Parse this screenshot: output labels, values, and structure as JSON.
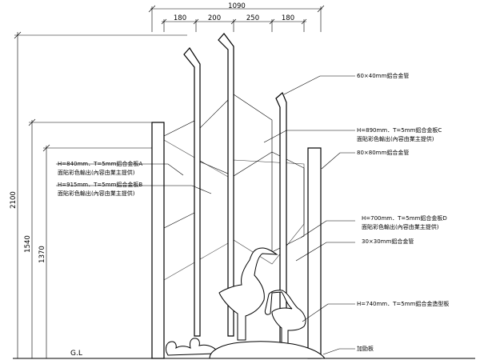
{
  "dimensions": {
    "overall_width": "1090",
    "segments": [
      "180",
      "200",
      "250",
      "180"
    ],
    "heights": [
      "2100",
      "1540",
      "1370"
    ]
  },
  "ground_label": "G.L",
  "notes": [
    {
      "lines": [
        "60×40mm鋁合金管"
      ]
    },
    {
      "lines": [
        "H=890mm．T=5mm鋁合金板C",
        "面貼彩色輸出(內容由業主提供)"
      ]
    },
    {
      "lines": [
        "80×80mm鋁合金管"
      ]
    },
    {
      "lines": [
        "H=840mm．T=5mm鋁合金板A",
        "面貼彩色輸出(內容由業主提供)"
      ]
    },
    {
      "lines": [
        "H=915mm．T=5mm鋁合金板B",
        "面貼彩色輸出(內容由業主提供)"
      ]
    },
    {
      "lines": [
        "H=700mm．T=5mm鋁合金板D",
        "面貼彩色輸出(內容由業主提供)"
      ]
    },
    {
      "lines": [
        "30×30mm鋁合金管"
      ]
    },
    {
      "lines": [
        "H=740mm．T=5mm鋁合金造型板"
      ]
    },
    {
      "lines": [
        "加勁板"
      ]
    }
  ]
}
